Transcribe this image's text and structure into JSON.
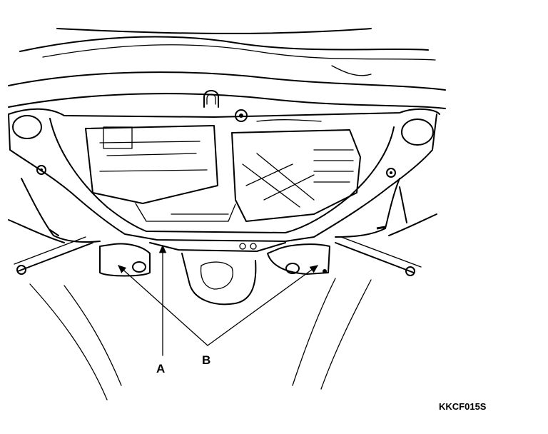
{
  "labels": {
    "a": "A",
    "b": "B"
  },
  "figure_code": "KKCF015S"
}
